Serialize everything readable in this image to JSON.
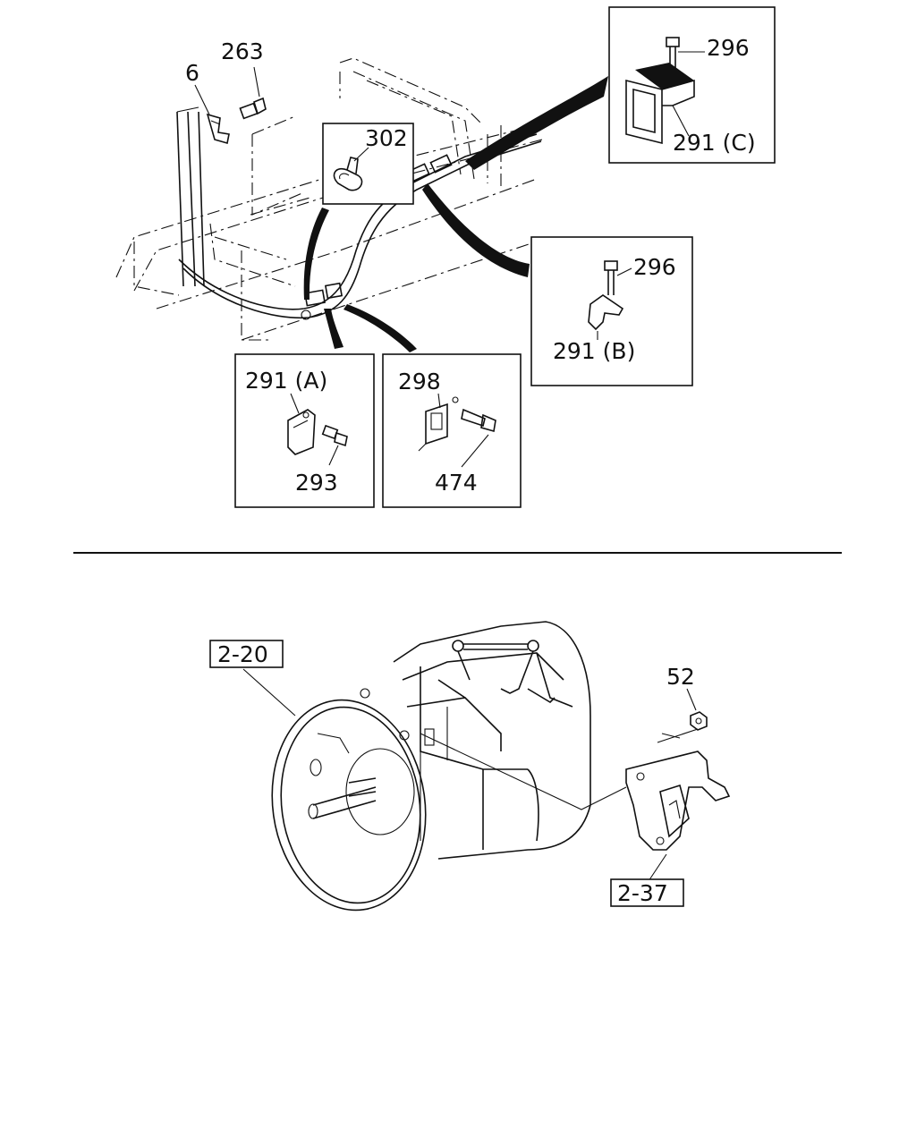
{
  "labels": {
    "l6": "6",
    "l263": "263",
    "l302": "302",
    "l296_c": "296",
    "l291_c": "291 (C)",
    "l296_b": "296",
    "l291_b": "291 (B)",
    "l291_a": "291 (A)",
    "l293": "293",
    "l298": "298",
    "l474": "474",
    "l2_20": "2-20",
    "l52": "52",
    "l2_37": "2-37"
  }
}
